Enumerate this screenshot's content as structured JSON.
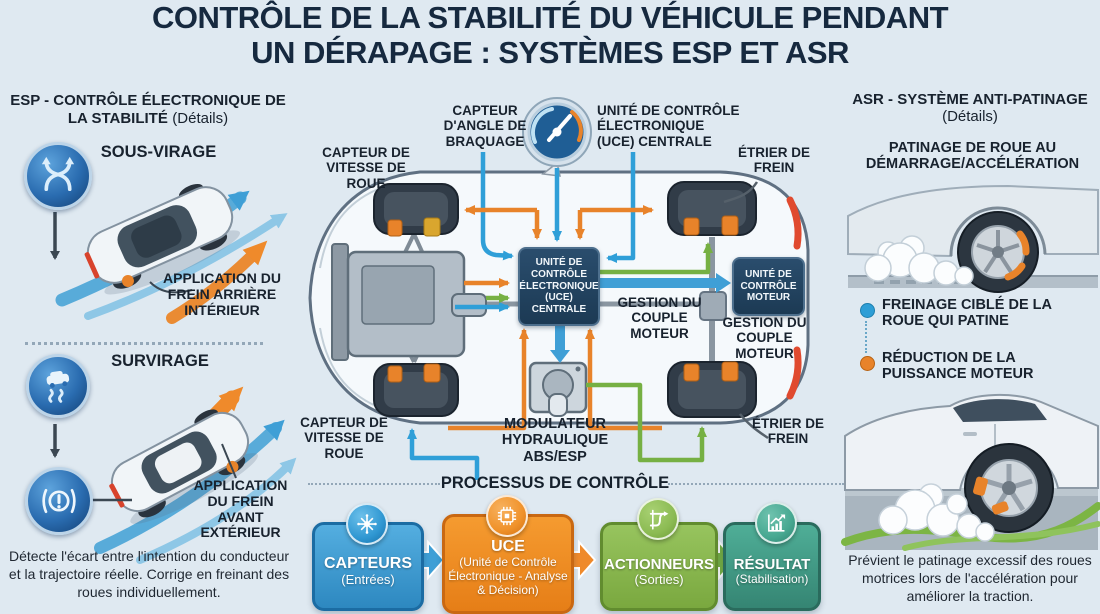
{
  "title": {
    "line1": "CONTRÔLE DE LA STABILITÉ DU VÉHICULE PENDANT",
    "line2": "UN DÉRAPAGE : SYSTÈMES ESP ET ASR"
  },
  "esp_panel": {
    "heading": "ESP - CONTRÔLE ÉLECTRONIQUE DE LA STABILITÉ",
    "heading_details": "(Détails)",
    "understeer_title": "SOUS-VIRAGE",
    "understeer_callout": "APPLICATION DU FREIN ARRIÈRE INTÉRIEUR",
    "oversteer_title": "SURVIRAGE",
    "oversteer_callout": "APPLICATION DU FREIN AVANT EXTÉRIEUR",
    "description": "Détecte l'écart entre l'intention du conducteur et la trajectoire réelle. Corrige en freinant des roues individuellement."
  },
  "diagram": {
    "top_labels": {
      "wheel_speed_sensor": "CAPTEUR DE VITESSE DE ROUE",
      "steering_angle_sensor": "CAPTEUR D'ANGLE DE BRAQUAGE",
      "central_ecu": "UNITÉ DE CONTRÔLE ÉLECTRONIQUE (UCE) CENTRALE",
      "brake_caliper": "ÉTRIER DE FREIN"
    },
    "ecu_box": "UNITÉ DE CONTRÔLE ÉLECTRONIQUE (UCE) CENTRALE",
    "torque_management_inner": "GESTION DU COUPLE MOTEUR",
    "engine_control_unit_box": "UNITÉ DE CONTRÔLE MOTEUR",
    "torque_management_outer": "GESTION DU COUPLE MOTEUR",
    "bottom_labels": {
      "wheel_speed_sensor": "CAPTEUR DE VITESSE DE ROUE",
      "hydraulic_modulator": "MODULATEUR HYDRAULIQUE ABS/ESP",
      "brake_caliper": "ÉTRIER DE FREIN"
    }
  },
  "process": {
    "heading": "PROCESSUS DE CONTRÔLE",
    "steps": [
      {
        "title": "CAPTEURS",
        "subtitle": "(Entrées)"
      },
      {
        "title": "UCE",
        "subtitle": "(Unité de Contrôle Électronique - Analyse & Décision)"
      },
      {
        "title": "ACTIONNEURS",
        "subtitle": "(Sorties)"
      },
      {
        "title": "RÉSULTAT",
        "subtitle": "(Stabilisation)"
      }
    ]
  },
  "asr_panel": {
    "heading": "ASR - SYSTÈME ANTI-PATINAGE",
    "heading_details": "(Détails)",
    "subtitle": "PATINAGE DE ROUE AU DÉMARRAGE/ACCÉLÉRATION",
    "bullet1": "FREINAGE CIBLÉ DE LA ROUE QUI PATINE",
    "bullet2": "RÉDUCTION DE LA PUISSANCE MOTEUR",
    "description": "Prévient le patinage excessif des roues motrices lors de l'accélération pour améliorer la traction."
  },
  "icons": {
    "understeer": "crossing-arrows-icon",
    "oversteer": "skidding-car-icon",
    "brake_warning": "brake-warning-icon",
    "steering_gauge": "gauge-icon",
    "sensors": "sensor-hub-icon",
    "uce": "chip-icon",
    "actuators": "merge-arrows-icon",
    "result": "trend-chart-icon"
  },
  "colors": {
    "background": "#dfe9f1",
    "title_navy": "#16293f",
    "orange": "#e8832a",
    "blue": "#2f9fd8",
    "green": "#76b043",
    "teal": "#41a18b",
    "navy_box": "#1f3e58"
  }
}
